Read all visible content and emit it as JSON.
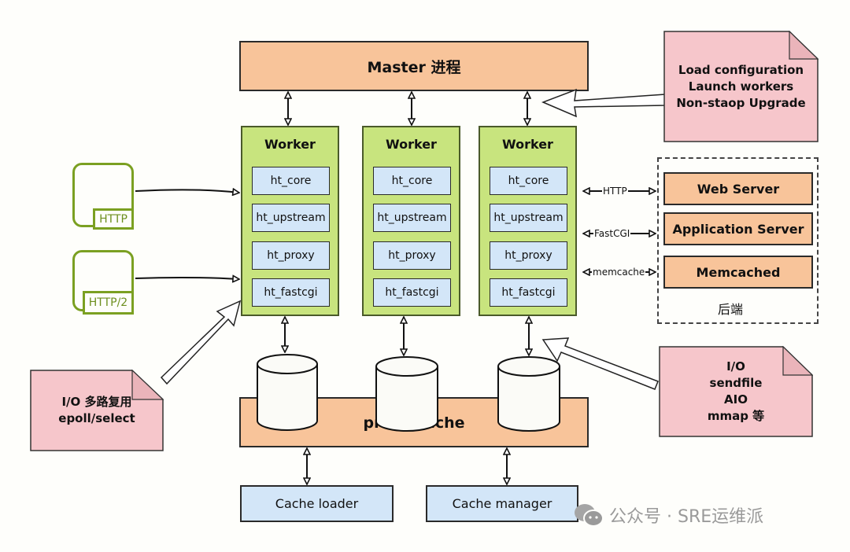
{
  "master": {
    "label": "Master 进程"
  },
  "workers": [
    {
      "title": "Worker",
      "modules": [
        "ht_core",
        "ht_upstream",
        "ht_proxy",
        "ht_fastcgi"
      ]
    },
    {
      "title": "Worker",
      "modules": [
        "ht_core",
        "ht_upstream",
        "ht_proxy",
        "ht_fastcgi"
      ]
    },
    {
      "title": "Worker",
      "modules": [
        "ht_core",
        "ht_upstream",
        "ht_proxy",
        "ht_fastcgi"
      ]
    }
  ],
  "clients": [
    {
      "label": "HTTP",
      "icon": "http-client-icon"
    },
    {
      "label": "HTTP/2",
      "icon": "http2-client-icon"
    }
  ],
  "notes": {
    "master": "Load configuration\nLaunch workers\nNon-staop Upgrade",
    "io_mux": "I/O 多路复用\nepoll/select",
    "io": "I/O\nsendfile\nAIO\nmmap 等"
  },
  "connections": {
    "http": "HTTP",
    "fastcgi": "FastCGI",
    "memcache": "memcache"
  },
  "backend": {
    "label": "后端",
    "items": [
      "Web Server",
      "Application Server",
      "Memcached"
    ]
  },
  "proxy_cache": {
    "label": "proxy cache"
  },
  "cache_loader": {
    "label": "Cache loader"
  },
  "cache_manager": {
    "label": "Cache manager"
  },
  "watermark": {
    "text": "公众号 · SRE运维派",
    "icon": "wechat-icon"
  },
  "colors": {
    "orange": "#f8c49a",
    "green": "#c8e47e",
    "blue": "#d3e6f8",
    "pink": "#f6c6cb",
    "client_green": "#7ba022"
  }
}
